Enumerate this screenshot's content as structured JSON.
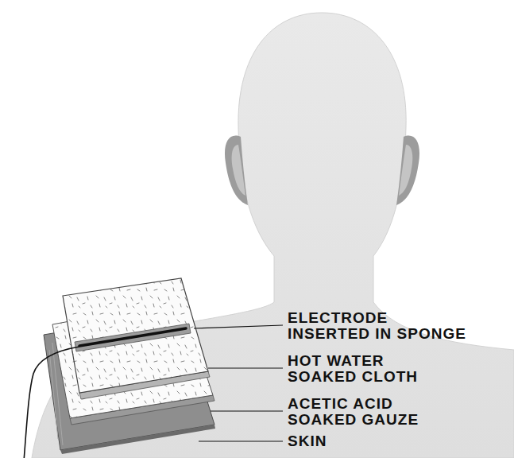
{
  "diagram": {
    "labels": [
      "ELECTRODE INSERTED IN SPONGE",
      "HOT WATER SOAKED CLOTH",
      "ACETIC ACID SOAKED GAUZE",
      "SKIN"
    ]
  }
}
